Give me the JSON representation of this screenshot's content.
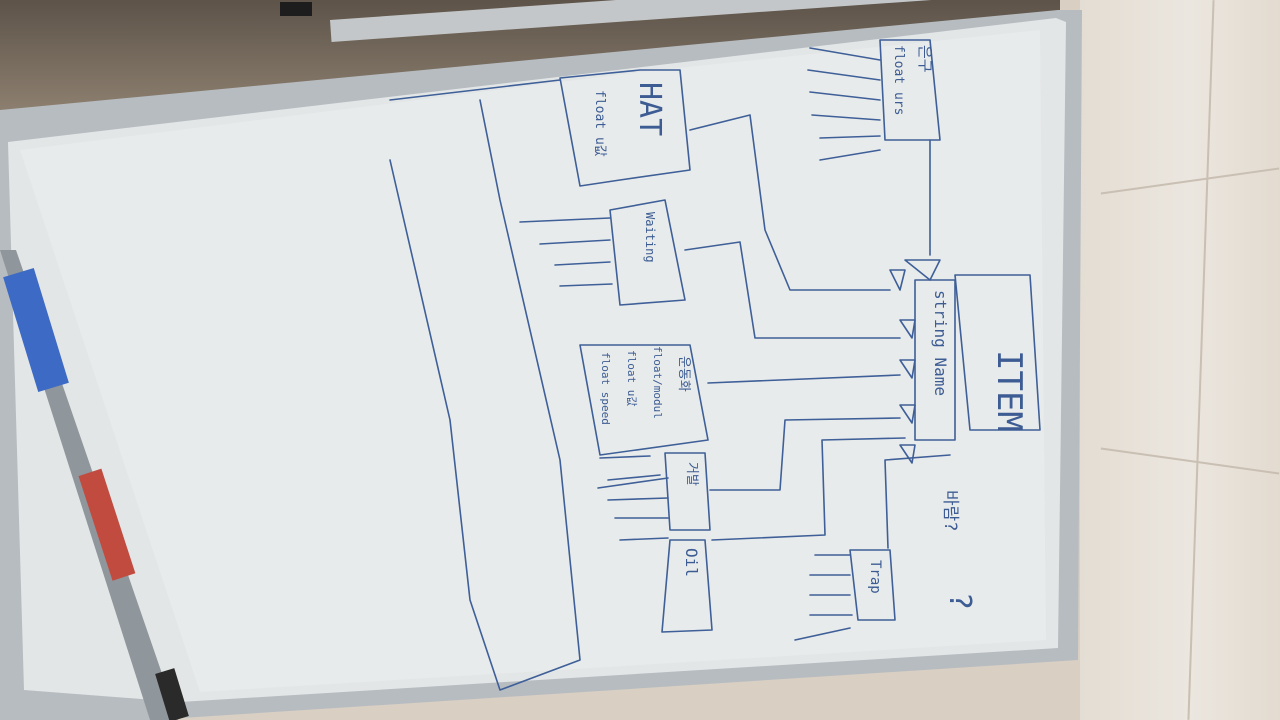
{
  "whiteboard": {
    "item": {
      "title": "ITEM",
      "field": "string Name"
    },
    "boxes": [
      {
        "id": "top",
        "label": "은구",
        "field": "float urs"
      },
      {
        "id": "hat",
        "label": "HAT",
        "field": "float u값"
      },
      {
        "id": "waiting",
        "label": "Waiting"
      },
      {
        "id": "shoe",
        "label": "운동화",
        "fields": [
          "float/modul",
          "float u값",
          "float speed"
        ]
      },
      {
        "id": "food",
        "label": "거발"
      },
      {
        "id": "oil",
        "label": "Oil"
      },
      {
        "id": "trap",
        "label": "Trap"
      }
    ],
    "note": "바람?",
    "question_mark": "?"
  },
  "colors": {
    "ink": "#3e5f98",
    "board": "#e3e6e6",
    "frame": "#b7bcc1"
  }
}
